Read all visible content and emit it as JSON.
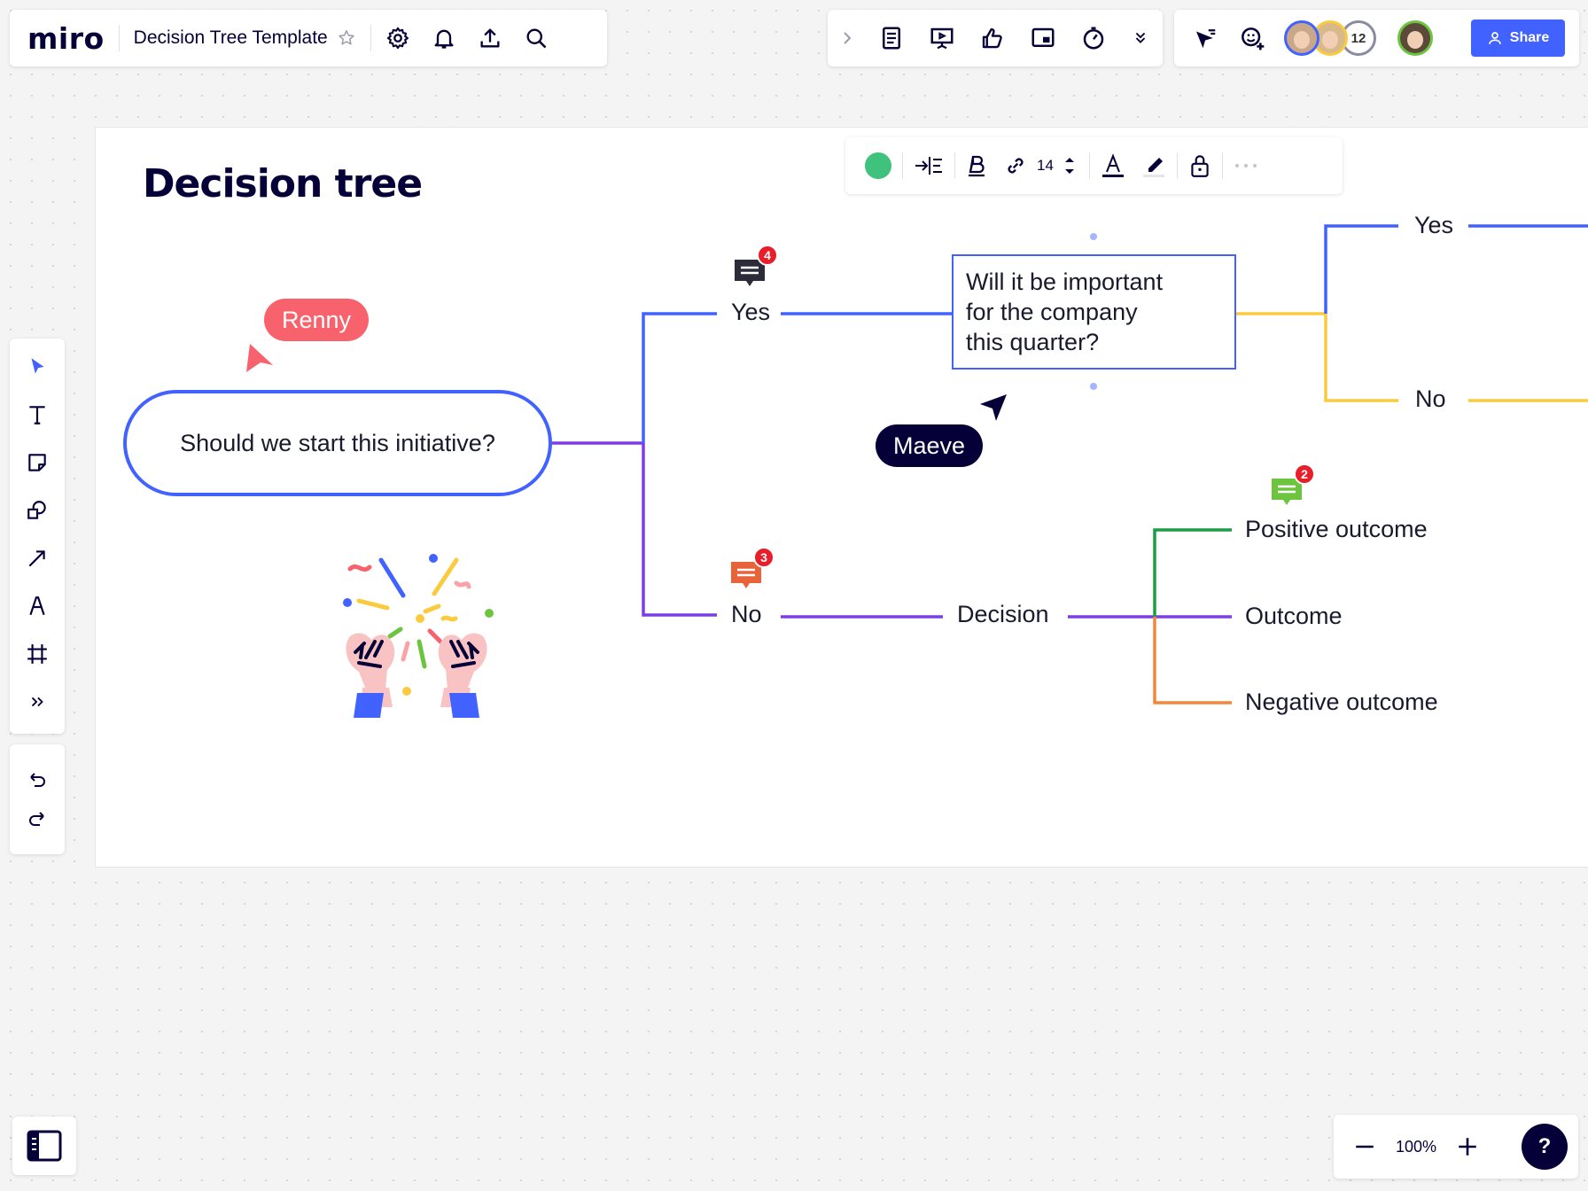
{
  "app": {
    "logo": "miro",
    "board_title": "Decision Tree Template"
  },
  "top_mid_icons": [
    "chevron-right-icon",
    "notes-icon",
    "presentation-icon",
    "thumbs-up-icon",
    "screen-share-icon",
    "timer-icon",
    "more-chevrons-icon"
  ],
  "collab": {
    "extra_count": "12",
    "share_label": "Share"
  },
  "left_tools": [
    "select-icon",
    "text-icon",
    "sticky-note-icon",
    "shapes-icon",
    "arrow-icon",
    "pen-icon",
    "frame-icon",
    "more-tools-icon"
  ],
  "format_bar": {
    "color": "#3ec27c",
    "font_size": "14"
  },
  "frame": {
    "title": "Decision tree"
  },
  "nodes": {
    "start": "Should we start this initiative?",
    "question_line1": "Will it be important",
    "question_line2": "for the company",
    "question_line3": "this quarter?",
    "yes1": "Yes",
    "no1": "No",
    "yes2": "Yes",
    "no2": "No",
    "decision": "Decision",
    "positive": "Positive outcome",
    "outcome": "Outcome",
    "negative": "Negative outcome"
  },
  "cursors": [
    {
      "name": "Renny",
      "color": "#f8626d"
    },
    {
      "name": "Maeve",
      "color": "#050038"
    }
  ],
  "comments": [
    {
      "count": "4",
      "color": "#2b2b3a"
    },
    {
      "count": "3",
      "color": "#e8623a"
    },
    {
      "count": "2",
      "color": "#6dc53f"
    }
  ],
  "zoom": {
    "level": "100%",
    "help": "?"
  },
  "colors": {
    "accent": "#4262ff",
    "purple": "#7b3fe4",
    "yellow": "#fbcb3f",
    "green": "#1a9d45",
    "orange": "#f2873a"
  }
}
